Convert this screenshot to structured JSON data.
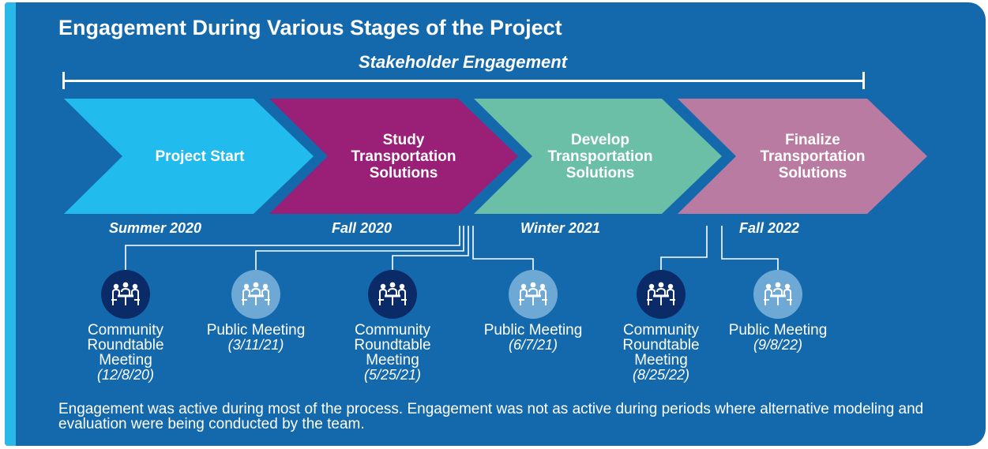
{
  "title": "Engagement During Various Stages of the Project",
  "engagement_label": "Stakeholder Engagement",
  "stages": [
    {
      "label": "Project Start",
      "color": "#22bbee"
    },
    {
      "label": "Study Transportation Solutions",
      "color": "#9a1f77"
    },
    {
      "label": "Develop Transportation Solutions",
      "color": "#6bbfa7"
    },
    {
      "label": "Finalize Transportation Solutions",
      "color": "#b97ba2"
    }
  ],
  "seasons": [
    "Summer 2020",
    "Fall 2020",
    "Winter 2021",
    "Fall 2022"
  ],
  "meetings": [
    {
      "name": "Community Roundtable Meeting",
      "date": "(12/8/20)",
      "icon": "meeting-table-icon",
      "style": "dark"
    },
    {
      "name": "Public Meeting",
      "date": "(3/11/21)",
      "icon": "meeting-table-icon",
      "style": "light"
    },
    {
      "name": "Community Roundtable Meeting",
      "date": "(5/25/21)",
      "icon": "meeting-table-icon",
      "style": "dark"
    },
    {
      "name": "Public Meeting",
      "date": "(6/7/21)",
      "icon": "meeting-table-icon",
      "style": "light"
    },
    {
      "name": "Community Roundtable Meeting",
      "date": "(8/25/22)",
      "icon": "meeting-table-icon",
      "style": "dark"
    },
    {
      "name": "Public Meeting",
      "date": "(9/8/22)",
      "icon": "meeting-table-icon",
      "style": "light"
    }
  ],
  "footnote": "Engagement was active during most of the process. Engagement was not as active during periods where alternative modeling and evaluation were being conducted by the team.",
  "colors": {
    "background": "#1469ad",
    "accent_bar": "#29b8ea",
    "dark_icon": "#0a2a68",
    "light_icon": "#6ea9d6",
    "text": "#ffffff"
  }
}
